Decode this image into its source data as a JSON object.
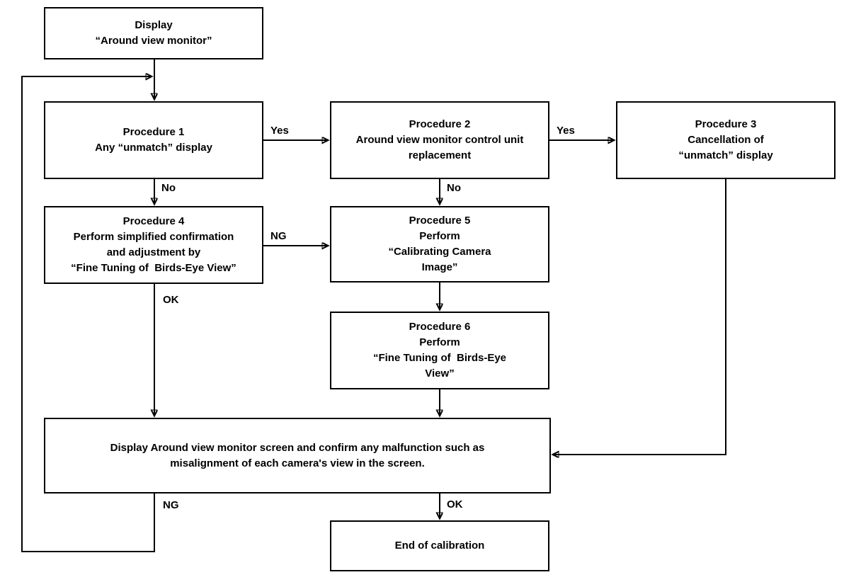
{
  "diagram": {
    "type": "flowchart",
    "colors": {
      "background": "#ffffff",
      "line": "#000000",
      "text": "#000000"
    },
    "nodes": {
      "display": "Display\n“Around view monitor”",
      "procedure1": "Procedure 1\nAny “unmatch” display",
      "procedure2": "Procedure 2\nAround view monitor control unit\nreplacement",
      "procedure3": "Procedure 3\nCancellation of\n“unmatch” display",
      "procedure4": "Procedure 4\nPerform simplified confirmation\nand adjustment by\n“Fine Tuning of  Birds-Eye View”",
      "procedure5": "Procedure 5\nPerform\n“Calibrating Camera\nImage”",
      "procedure6": "Procedure 6\nPerform\n“Fine Tuning of  Birds-Eye\nView”",
      "confirm": "Display Around view monitor screen and confirm any malfunction such as\nmisalignment of each camera's view in the screen.",
      "end": "End of calibration"
    },
    "edge_labels": {
      "proc1_yes": "Yes",
      "proc1_no": "No",
      "proc2_yes": "Yes",
      "proc2_no": "No",
      "proc4_ng": "NG",
      "proc4_ok": "OK",
      "confirm_ng": "NG",
      "confirm_ok": "OK"
    }
  }
}
